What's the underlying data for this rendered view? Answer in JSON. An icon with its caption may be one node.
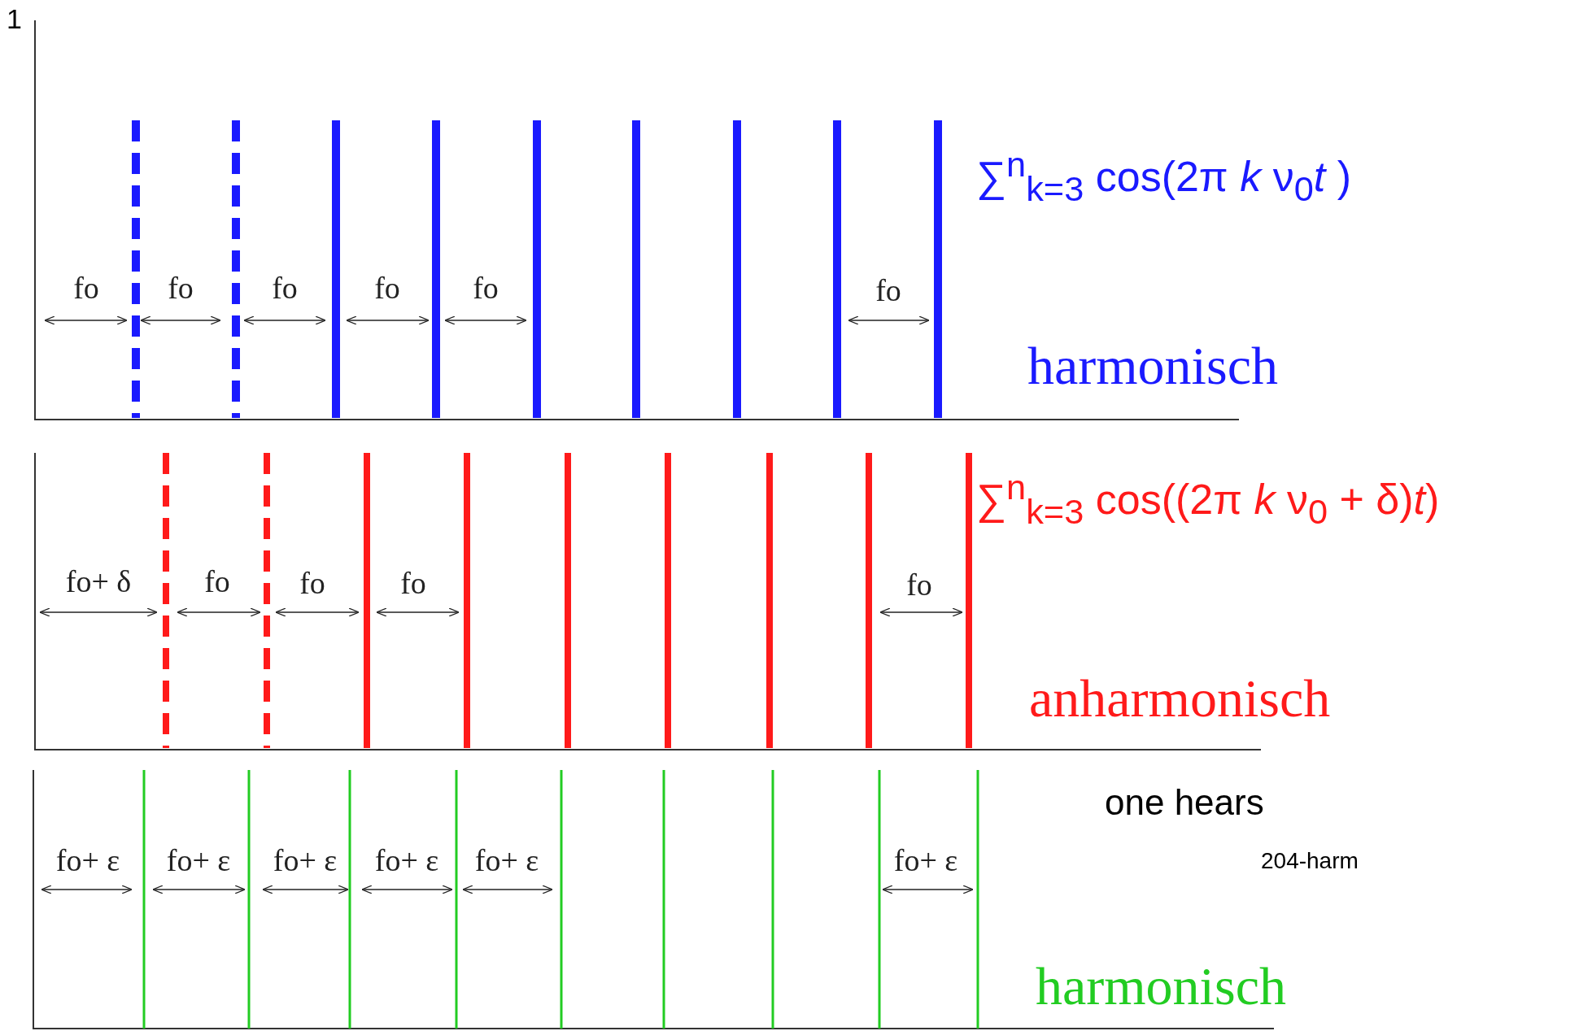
{
  "diagram": {
    "labels": [
      "1",
      "∑$^{n}$$_{k=3}$ cos(2π *k* ν$_{0}$*t* )",
      "fo",
      "fo",
      "fo",
      "fo",
      "fo",
      "fo",
      "harmonisch",
      "∑$^{n}$$_{k=3}$ cos((2π *k* ν$_{0}$ + δ)*t*)",
      "fo+ δ",
      "fo",
      "fo",
      "fo",
      "fo",
      "anharmonisch",
      "one hears",
      "fo+ ε",
      "fo+ ε",
      "fo+ ε",
      "fo+ ε",
      "fo+ ε",
      "fo+ ε",
      "204-harm",
      "harmonisch"
    ]
  }
}
